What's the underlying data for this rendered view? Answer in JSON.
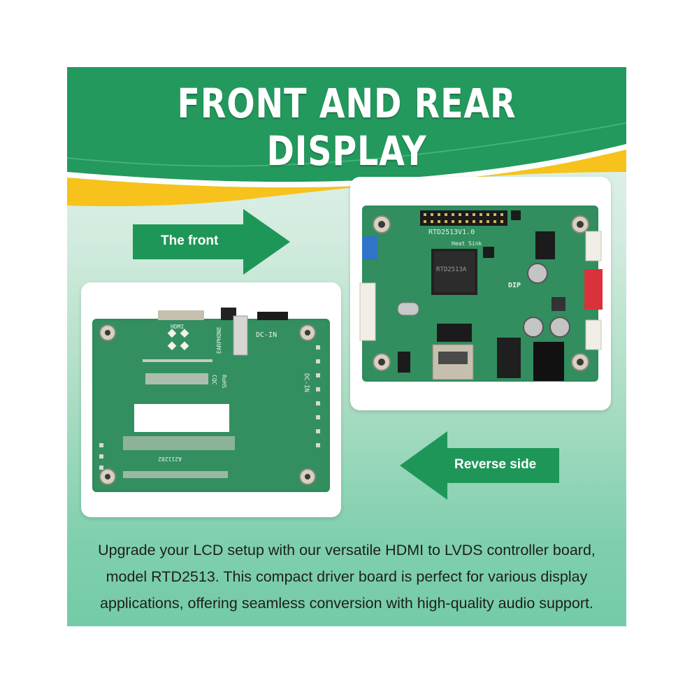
{
  "title": "FRONT AND REAR DISPLAY",
  "arrows": {
    "front_label": "The front",
    "reverse_label": "Reverse side"
  },
  "description": [
    "Upgrade your LCD setup with our versatile HDMI to LVDS controller board,",
    "model RTD2513.  This compact driver board is perfect for various display",
    "applications, offering seamless conversion with high-quality audio support."
  ],
  "front_board": {
    "model_label": "RTD2513V1.0",
    "heatsink_label": "Heat Sink",
    "chip_label": "RTD2513A",
    "dip_label": "DIP"
  },
  "rear_board": {
    "hdmi_label": "HDMI",
    "earphone_label": "EARPHONE",
    "dcin_label": "DC-IN",
    "dcin_side_label": "DC-IN",
    "rohs_label": "RoHS",
    "cqc_label": "CQC",
    "date_label": "A211202"
  },
  "colors": {
    "banner_green": "#20935a",
    "banner_yellow": "#f6c21b",
    "arrow_green": "#1e9658",
    "pcb_green": "#2e8a5a"
  }
}
